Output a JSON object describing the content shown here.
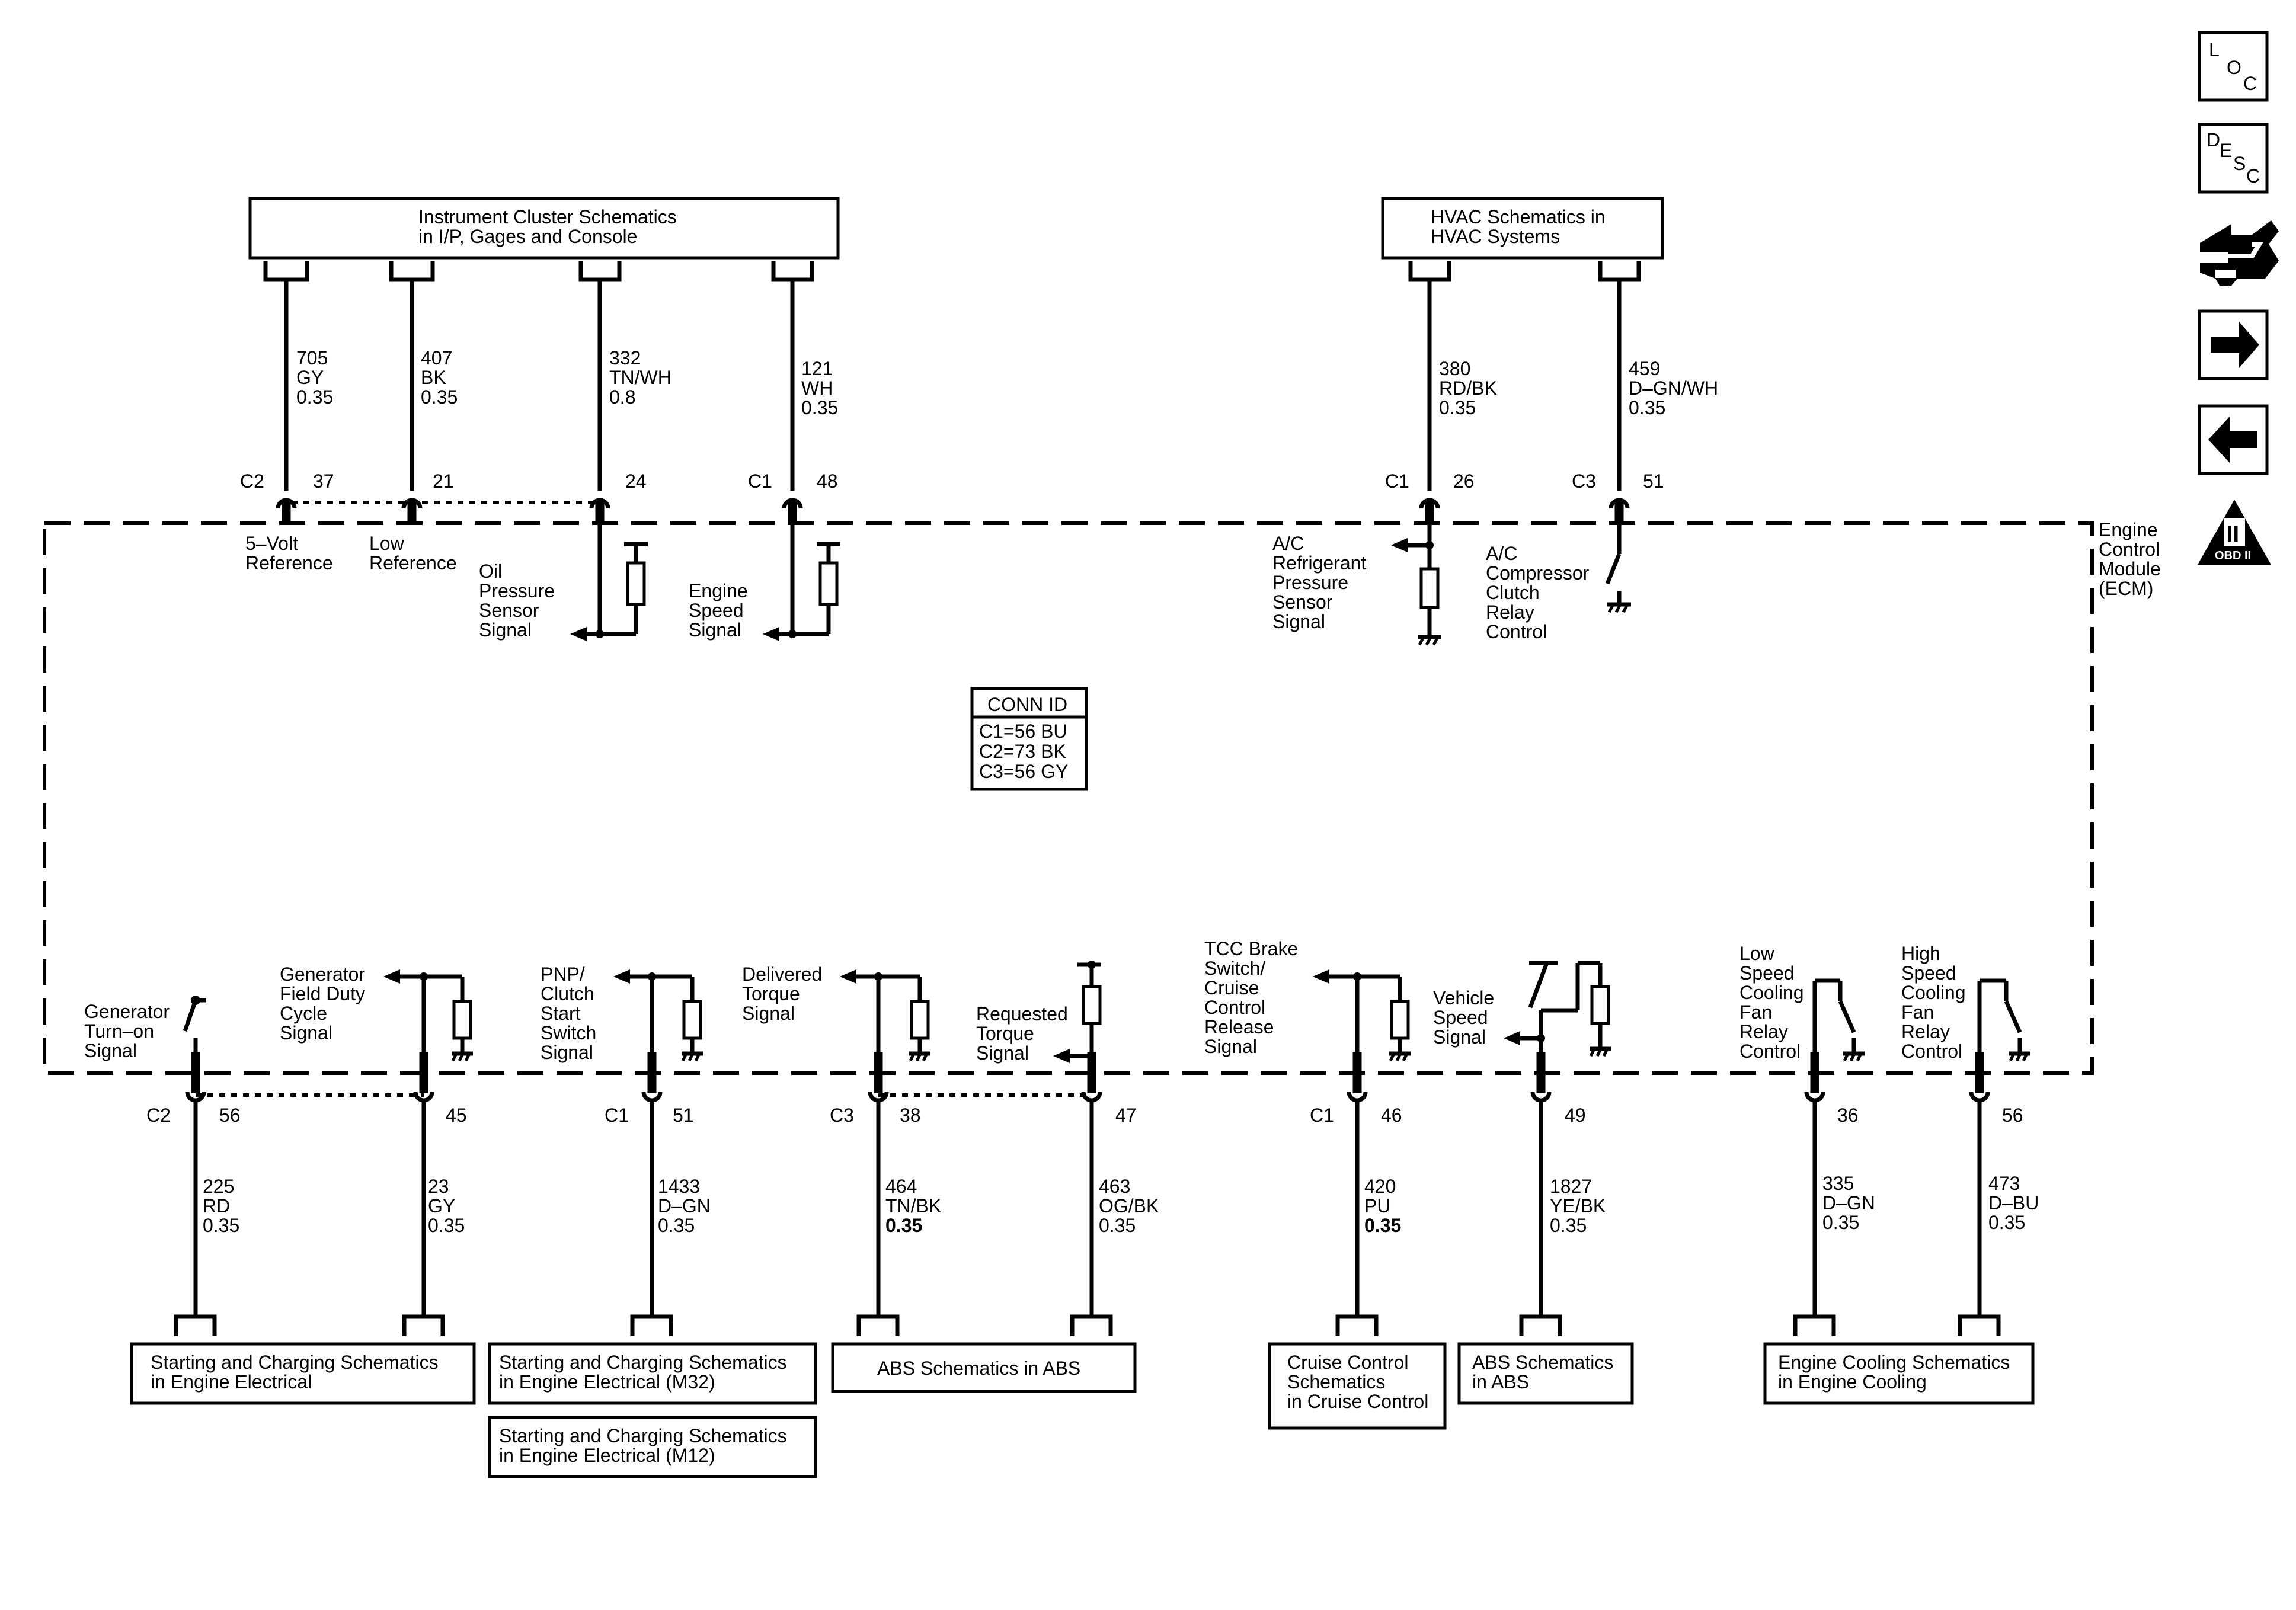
{
  "nav": {
    "loc": {
      "a": "L",
      "b": "O",
      "c": "C"
    },
    "desc": {
      "a": "D",
      "b": "E",
      "c": "S",
      "d": "C"
    },
    "obd": {
      "num": "II",
      "label": "OBD II"
    }
  },
  "module": {
    "l1": "Engine",
    "l2": "Control",
    "l3": "Module",
    "l4": "(ECM)"
  },
  "conn_id": {
    "title": "CONN ID",
    "c1": "C1=56 BU",
    "c2": "C2=73 BK",
    "c3": "C3=56 GY"
  },
  "top_boxes": {
    "cluster": {
      "l1": "Instrument Cluster Schematics",
      "l2": "in I/P, Gages and Console"
    },
    "hvac": {
      "l1": "HVAC Schematics in",
      "l2": "HVAC Systems"
    }
  },
  "top_wires": [
    {
      "circuit": "705",
      "color": "GY",
      "size": "0.35",
      "conn": "C2",
      "pin": "37",
      "name": [
        "5–Volt",
        "Reference"
      ]
    },
    {
      "circuit": "407",
      "color": "BK",
      "size": "0.35",
      "conn": "",
      "pin": "21",
      "name": [
        "Low",
        "Reference"
      ]
    },
    {
      "circuit": "332",
      "color": "TN/WH",
      "size": "0.8",
      "conn": "",
      "pin": "24",
      "name": [
        "Oil",
        "Pressure",
        "Sensor",
        "Signal"
      ]
    },
    {
      "circuit": "121",
      "color": "WH",
      "size": "0.35",
      "conn": "C1",
      "pin": "48",
      "name": [
        "Engine",
        "Speed",
        "Signal"
      ]
    },
    {
      "circuit": "380",
      "color": "RD/BK",
      "size": "0.35",
      "conn": "C1",
      "pin": "26",
      "name": [
        "A/C",
        "Refrigerant",
        "Pressure",
        "Sensor",
        "Signal"
      ]
    },
    {
      "circuit": "459",
      "color": "D–GN/WH",
      "size": "0.35",
      "conn": "C3",
      "pin": "51",
      "name": [
        "A/C",
        "Compressor",
        "Clutch",
        "Relay",
        "Control"
      ]
    }
  ],
  "bottom_wires": [
    {
      "circuit": "225",
      "color": "RD",
      "size": "0.35",
      "conn": "C2",
      "pin": "56",
      "name": [
        "Generator",
        "Turn–on",
        "Signal"
      ]
    },
    {
      "circuit": "23",
      "color": "GY",
      "size": "0.35",
      "conn": "",
      "pin": "45",
      "name": [
        "Generator",
        "Field Duty",
        "Cycle",
        "Signal"
      ]
    },
    {
      "circuit": "1433",
      "color": "D–GN",
      "size": "0.35",
      "conn": "C1",
      "pin": "51",
      "name": [
        "PNP/",
        "Clutch",
        "Start",
        "Switch",
        "Signal"
      ]
    },
    {
      "circuit": "464",
      "color": "TN/BK",
      "size": "0.35",
      "conn": "C3",
      "pin": "38",
      "name": [
        "Delivered",
        "Torque",
        "Signal"
      ]
    },
    {
      "circuit": "463",
      "color": "OG/BK",
      "size": "0.35",
      "conn": "",
      "pin": "47",
      "name": [
        "Requested",
        "Torque",
        "Signal"
      ]
    },
    {
      "circuit": "420",
      "color": "PU",
      "size": "0.35",
      "conn": "C1",
      "pin": "46",
      "name": [
        "TCC Brake",
        "Switch/",
        "Cruise",
        "Control",
        "Release",
        "Signal"
      ]
    },
    {
      "circuit": "1827",
      "color": "YE/BK",
      "size": "0.35",
      "conn": "",
      "pin": "49",
      "name": [
        "Vehicle",
        "Speed",
        "Signal"
      ]
    },
    {
      "circuit": "335",
      "color": "D–GN",
      "size": "0.35",
      "conn": "",
      "pin": "36",
      "name": [
        "Low",
        "Speed",
        "Cooling",
        "Fan",
        "Relay",
        "Control"
      ]
    },
    {
      "circuit": "473",
      "color": "D–BU",
      "size": "0.35",
      "conn": "",
      "pin": "56",
      "name": [
        "High",
        "Speed",
        "Cooling",
        "Fan",
        "Relay",
        "Control"
      ]
    }
  ],
  "bottom_boxes": {
    "charging": {
      "l1": "Starting and Charging Schematics",
      "l2": "in Engine Electrical"
    },
    "charging_m32": {
      "l1": "Starting and Charging Schematics",
      "l2": "in Engine Electrical (M32)"
    },
    "charging_m12": {
      "l1": "Starting and Charging Schematics",
      "l2": "in Engine Electrical (M12)"
    },
    "abs1": {
      "l1": "ABS Schematics in ABS"
    },
    "cruise": {
      "l1": "Cruise Control",
      "l2": "Schematics",
      "l3": "in Cruise Control"
    },
    "abs2": {
      "l1": "ABS Schematics",
      "l2": "in ABS"
    },
    "cooling": {
      "l1": "Engine Cooling Schematics",
      "l2": "in Engine Cooling"
    }
  }
}
